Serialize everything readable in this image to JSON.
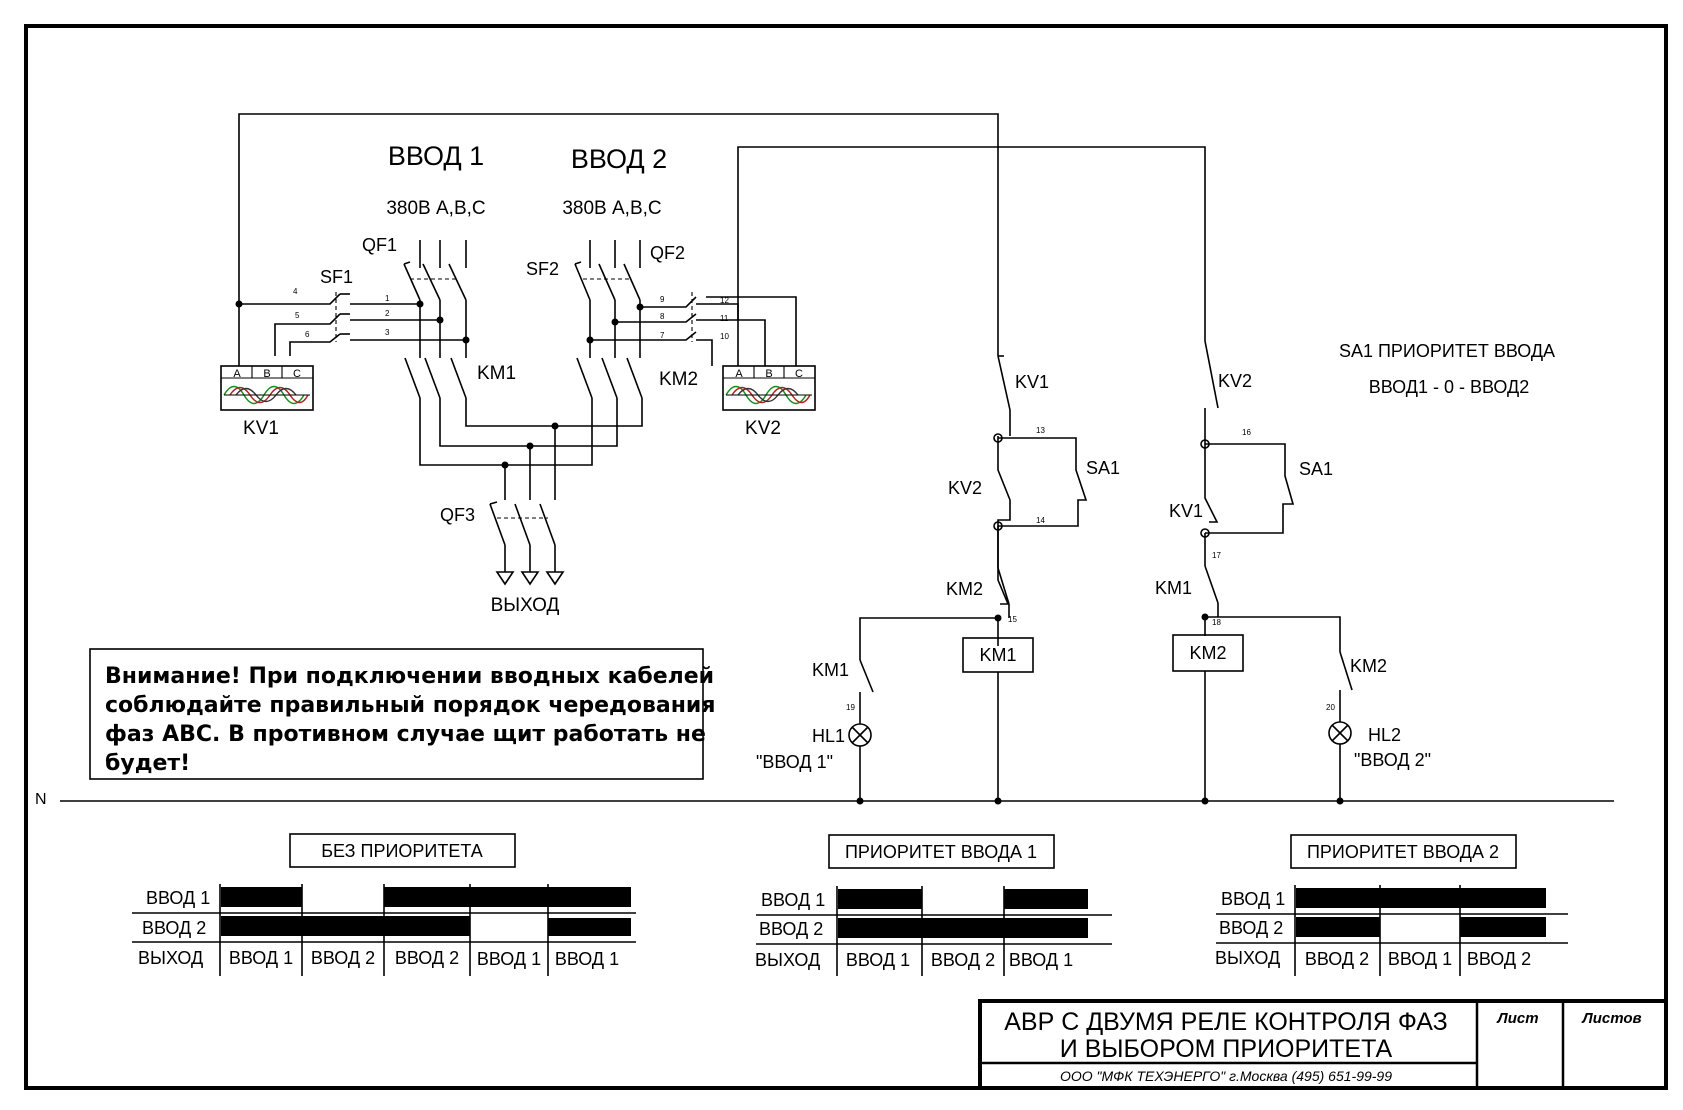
{
  "labels": {
    "input1_title": "ВВОД 1",
    "input2_title": "ВВОД 2",
    "input1_voltage": "380В А,В,С",
    "input2_voltage": "380В А,В,С",
    "qf1": "QF1",
    "qf2": "QF2",
    "qf3": "QF3",
    "sf1": "SF1",
    "sf2": "SF2",
    "km1": "KM1",
    "km2": "KM2",
    "kv1": "KV1",
    "kv2": "KV2",
    "sa1": "SA1",
    "output": "ВЫХОД",
    "neutral": "N",
    "relay_phase_a": "A",
    "relay_phase_b": "B",
    "relay_phase_c": "C",
    "hl1": "HL1",
    "hl2": "HL2",
    "hl1_caption": "\"ВВОД 1\"",
    "hl2_caption": "\"ВВОД 2\""
  },
  "wire_numbers": {
    "n1": "1",
    "n2": "2",
    "n3": "3",
    "n4": "4",
    "n5": "5",
    "n6": "6",
    "n7": "7",
    "n8": "8",
    "n9": "9",
    "n10": "10",
    "n11": "11",
    "n12": "12",
    "n13": "13",
    "n14": "14",
    "n15": "15",
    "n16": "16",
    "n17": "17",
    "n18": "18",
    "n19": "19",
    "n20": "20"
  },
  "priority": {
    "title": "SA1 ПРИОРИТЕТ ВВОДА",
    "positions": "ВВОД1  - 0 - ВВОД2"
  },
  "warning": {
    "line1": "Внимание! При подключении вводных кабелей",
    "line2": "соблюдайте правильный порядок чередования",
    "line3": "фаз АВС. В противном случае щит работать не",
    "line4": "будет!"
  },
  "timing": {
    "row_labels": {
      "in1": "ВВОД 1",
      "in2": "ВВОД 2",
      "out": "ВЫХОД"
    },
    "no_priority": {
      "title": "БЕЗ ПРИОРИТЕТА",
      "outputs": [
        "ВВОД 1",
        "ВВОД 2",
        "ВВОД 2",
        "ВВОД 1",
        "ВВОД 1"
      ]
    },
    "priority1": {
      "title": "ПРИОРИТЕТ ВВОДА 1",
      "outputs": [
        "ВВОД 1",
        "ВВОД 2",
        "ВВОД 1"
      ]
    },
    "priority2": {
      "title": "ПРИОРИТЕТ ВВОДА 2",
      "outputs": [
        "ВВОД 2",
        "ВВОД 1",
        "ВВОД 2"
      ]
    }
  },
  "title_block": {
    "title_line1": "АВР С ДВУМЯ РЕЛЕ КОНТРОЛЯ ФАЗ",
    "title_line2": "И ВЫБОРОМ ПРИОРИТЕТА",
    "sheet": "Лист",
    "sheets": "Листов",
    "company": "ООО \"МФК ТЕХЭНЕРГО\" г.Москва  (495) 651-99-99"
  }
}
